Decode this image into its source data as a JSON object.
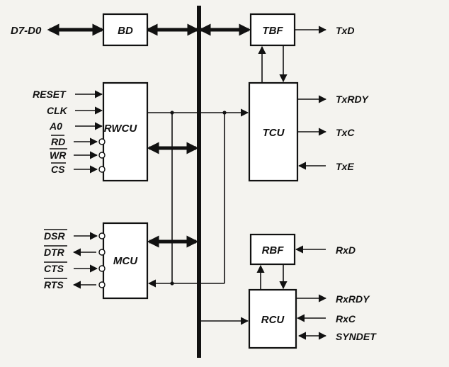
{
  "blocks": {
    "bd": "BD",
    "tbf": "TBF",
    "tcu": "TCU",
    "rwcu": "RWCU",
    "mcu": "MCU",
    "rbf": "RBF",
    "rcu": "RCU"
  },
  "signals": {
    "data_bus": "D7-D0",
    "rwcu_inputs": [
      "RESET",
      "CLK",
      "A0",
      "RD",
      "WR",
      "CS"
    ],
    "mcu_inputs": [
      "DSR",
      "DTR",
      "CTS",
      "RTS"
    ],
    "tbf_out": "TxD",
    "tcu_signals": [
      "TxRDY",
      "TxC",
      "TxE"
    ],
    "rbf_in": "RxD",
    "rcu_signals": [
      "RxRDY",
      "RxC",
      "SYNDET"
    ]
  }
}
